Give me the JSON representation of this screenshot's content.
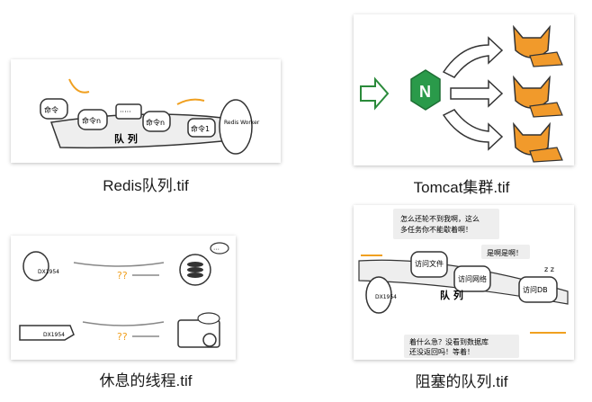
{
  "files": [
    {
      "name": "Redis队列.tif",
      "labels": {
        "queue": "队 列",
        "cmd1": "命令",
        "cmd2": "命令n",
        "dots": "·····",
        "cmd3": "命令n",
        "cmd4": "命令1",
        "worker": "Redis Worker"
      }
    },
    {
      "name": "Tomcat集群.tif",
      "labels": {
        "nginx": "N"
      }
    },
    {
      "name": "休息的线程.tif",
      "labels": {
        "thread1": "DX1954",
        "thread2": "DX1954",
        "q1": "??",
        "q2": "??",
        "bubble": "···"
      }
    },
    {
      "name": "阻塞的队列.tif",
      "labels": {
        "speech1_line1": "怎么还轮不到我啊，这么",
        "speech1_line2": "多任务你不能歇着啊！",
        "speech2": "是啊是啊！",
        "speech3_line1": "着什么急？没看到数据库",
        "speech3_line2": "还没返回吗！等着！",
        "box1": "访问文件",
        "box2": "访问网络",
        "box3": "访问DB",
        "queue": "队 列",
        "thread": "DX1954",
        "zz": "z z"
      }
    }
  ]
}
